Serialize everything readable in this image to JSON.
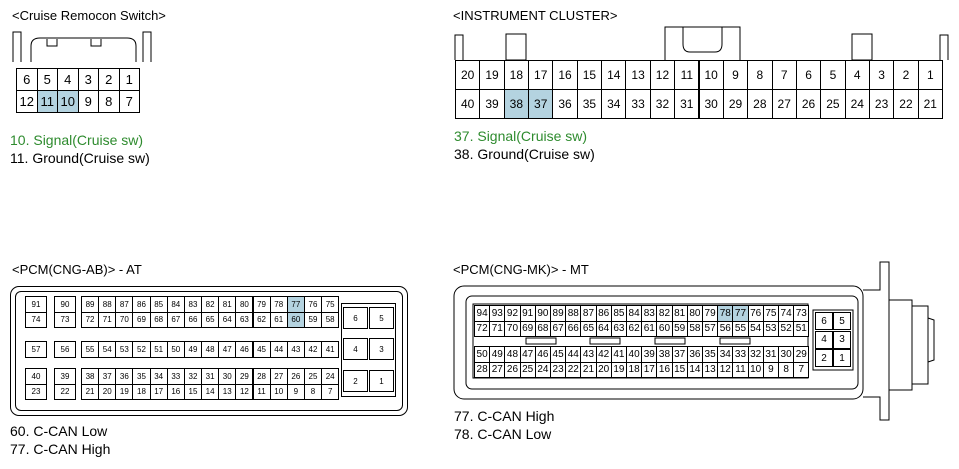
{
  "highlight_color": "#b4d3e0",
  "note_color": "#2e8b2e",
  "cruise": {
    "title": "<Cruise Remocon Switch>",
    "rows": [
      [
        "6",
        "5",
        "4",
        "3",
        "2",
        "1"
      ],
      [
        "12",
        "11",
        "10",
        "9",
        "8",
        "7"
      ]
    ],
    "highlight": [
      "11",
      "10"
    ],
    "notes": [
      {
        "text": "10. Signal(Cruise sw)",
        "highlight": true
      },
      {
        "text": "11. Ground(Cruise sw)",
        "highlight": false
      }
    ]
  },
  "cluster": {
    "title": "<INSTRUMENT CLUSTER>",
    "rows": [
      [
        "20",
        "19",
        "18",
        "17",
        "16",
        "15",
        "14",
        "13",
        "12",
        "11",
        "10",
        "9",
        "8",
        "7",
        "6",
        "5",
        "4",
        "3",
        "2",
        "1"
      ],
      [
        "40",
        "39",
        "38",
        "37",
        "36",
        "35",
        "34",
        "33",
        "32",
        "31",
        "30",
        "29",
        "28",
        "27",
        "26",
        "25",
        "24",
        "23",
        "22",
        "21"
      ]
    ],
    "highlight": [
      "38",
      "37"
    ],
    "notes": [
      {
        "text": "37. Signal(Cruise sw)",
        "highlight": true
      },
      {
        "text": "38. Ground(Cruise sw)",
        "highlight": false
      }
    ]
  },
  "pcm_ab": {
    "title": "<PCM(CNG-AB)> - AT",
    "blocks": [
      {
        "rows": [
          [
            "91",
            "90",
            "89",
            "88",
            "87",
            "86",
            "85",
            "84",
            "83",
            "82",
            "81",
            "80",
            "79",
            "78",
            "77",
            "76",
            "75"
          ],
          [
            "74",
            "73",
            "72",
            "71",
            "70",
            "69",
            "68",
            "67",
            "66",
            "65",
            "64",
            "63",
            "62",
            "61",
            "60",
            "59",
            "58"
          ]
        ]
      },
      {
        "rows": [
          [
            "57",
            "56",
            "55",
            "54",
            "53",
            "52",
            "51",
            "50",
            "49",
            "48",
            "47",
            "46",
            "45",
            "44",
            "43",
            "42",
            "41"
          ]
        ]
      },
      {
        "rows": [
          [
            "40",
            "39",
            "38",
            "37",
            "36",
            "35",
            "34",
            "33",
            "32",
            "31",
            "30",
            "29",
            "28",
            "27",
            "26",
            "25",
            "24"
          ],
          [
            "23",
            "22",
            "21",
            "20",
            "19",
            "18",
            "17",
            "16",
            "15",
            "14",
            "13",
            "12",
            "11",
            "10",
            "9",
            "8",
            "7"
          ]
        ]
      }
    ],
    "side": [
      [
        "6",
        "5"
      ],
      [
        "4",
        "3"
      ],
      [
        "2",
        "1"
      ]
    ],
    "highlight": [
      "77",
      "60"
    ],
    "notes": [
      {
        "text": "60. C-CAN Low",
        "highlight": false
      },
      {
        "text": "77. C-CAN High",
        "highlight": false
      }
    ]
  },
  "pcm_mk": {
    "title": "<PCM(CNG-MK)> - MT",
    "blocks": [
      {
        "rows": [
          [
            "94",
            "93",
            "92",
            "91",
            "90",
            "89",
            "88",
            "87",
            "86",
            "85",
            "84",
            "83",
            "82",
            "81",
            "80",
            "79",
            "78",
            "77",
            "76",
            "75",
            "74",
            "73"
          ],
          [
            "72",
            "71",
            "70",
            "69",
            "68",
            "67",
            "66",
            "65",
            "64",
            "63",
            "62",
            "61",
            "60",
            "59",
            "58",
            "57",
            "56",
            "55",
            "54",
            "53",
            "52",
            "51"
          ]
        ]
      },
      {
        "rows": [
          [
            "50",
            "49",
            "48",
            "47",
            "46",
            "45",
            "44",
            "43",
            "42",
            "41",
            "40",
            "39",
            "38",
            "37",
            "36",
            "35",
            "34",
            "33",
            "32",
            "31",
            "30",
            "29"
          ],
          [
            "28",
            "27",
            "26",
            "25",
            "24",
            "23",
            "22",
            "21",
            "20",
            "19",
            "18",
            "17",
            "16",
            "15",
            "14",
            "13",
            "12",
            "11",
            "10",
            "9",
            "8",
            "7"
          ]
        ]
      }
    ],
    "side": [
      [
        "6",
        "5"
      ],
      [
        "4",
        "3"
      ],
      [
        "2",
        "1"
      ]
    ],
    "highlight": [
      "78",
      "77"
    ],
    "notes": [
      {
        "text": "77. C-CAN High",
        "highlight": false
      },
      {
        "text": "78. C-CAN Low",
        "highlight": false
      }
    ]
  }
}
